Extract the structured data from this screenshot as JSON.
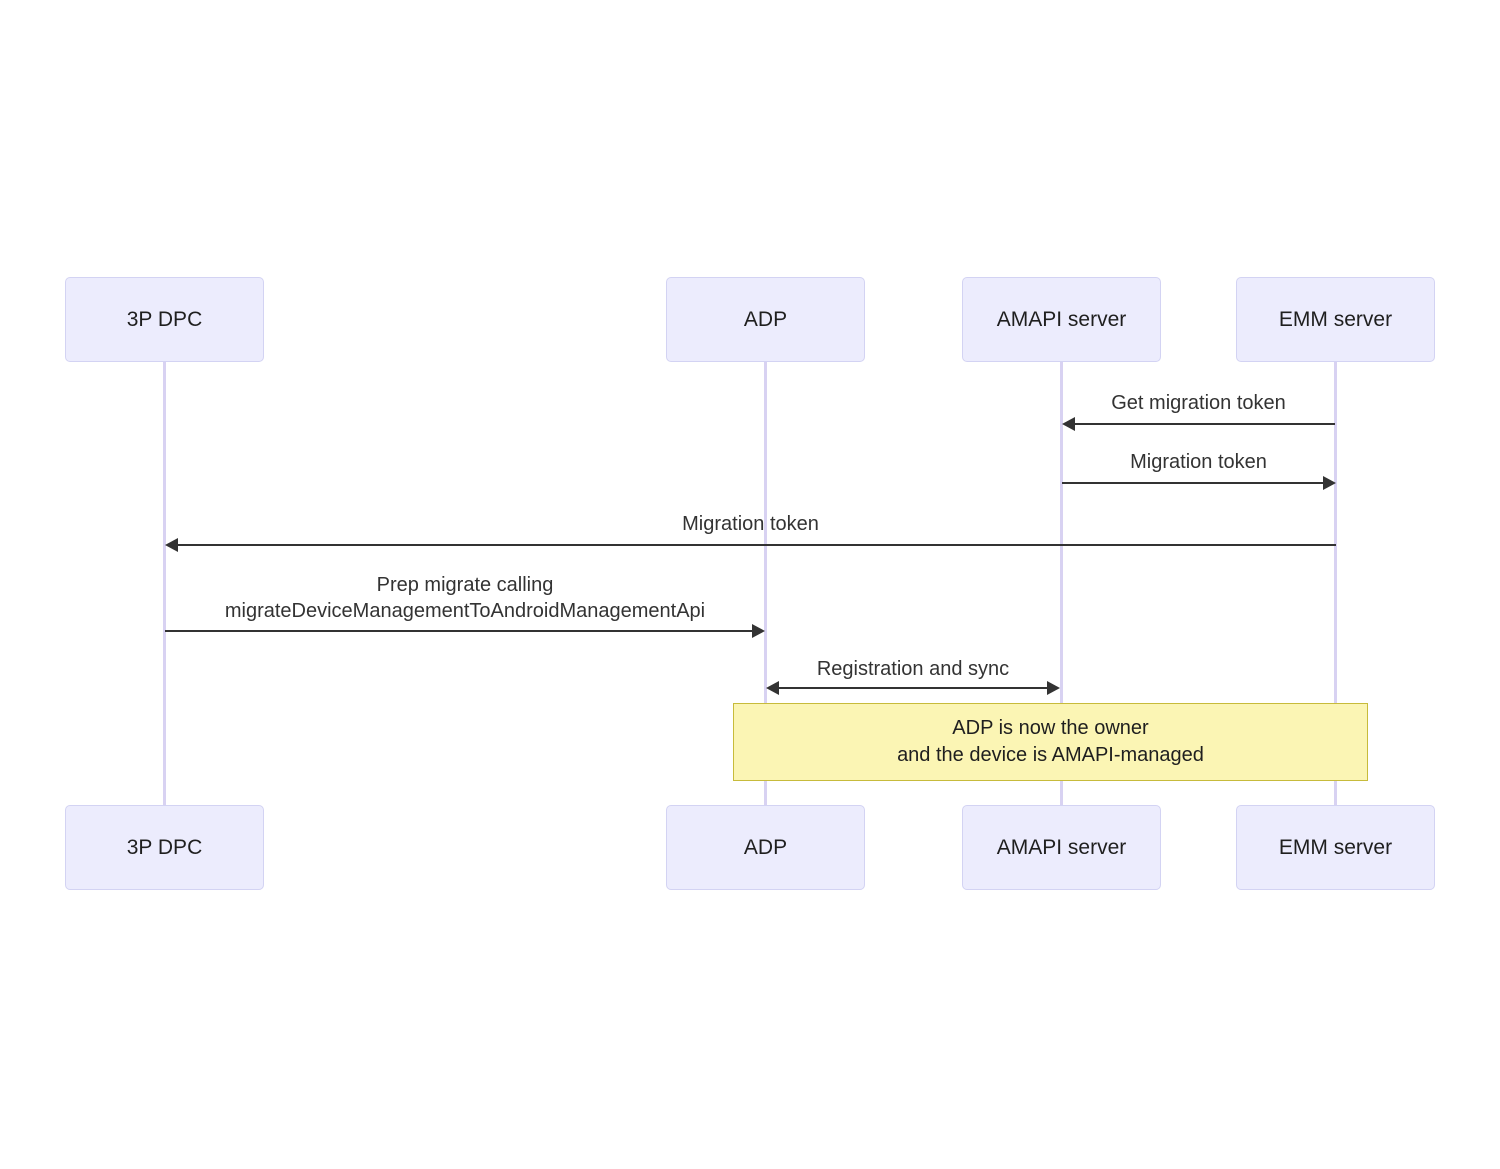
{
  "diagram": {
    "type": "sequence-diagram",
    "title": "",
    "background_color": "#ffffff",
    "participant_fill": "#ececfd",
    "participant_border": "#d3d3f3",
    "lifeline_color": "#d8d2f2",
    "arrow_color": "#333333",
    "note_fill": "#fbf5b4",
    "note_border": "#c7bb3b"
  },
  "participants": [
    {
      "id": "dpc",
      "label": "3P DPC"
    },
    {
      "id": "adp",
      "label": "ADP"
    },
    {
      "id": "amapi",
      "label": "AMAPI server"
    },
    {
      "id": "emm",
      "label": "EMM server"
    }
  ],
  "participants_bottom": [
    {
      "id": "dpc",
      "label": "3P DPC"
    },
    {
      "id": "adp",
      "label": "ADP"
    },
    {
      "id": "amapi",
      "label": "AMAPI server"
    },
    {
      "id": "emm",
      "label": "EMM server"
    }
  ],
  "messages": [
    {
      "id": "m1",
      "label": "Get migration token",
      "from": "emm",
      "to": "amapi",
      "direction": "left"
    },
    {
      "id": "m2",
      "label": "Migration token",
      "from": "amapi",
      "to": "emm",
      "direction": "right"
    },
    {
      "id": "m3",
      "label": "Migration token",
      "from": "emm",
      "to": "dpc",
      "direction": "left"
    },
    {
      "id": "m4",
      "label": "Prep migrate calling\nmigrateDeviceManagementToAndroidManagementApi",
      "from": "dpc",
      "to": "adp",
      "direction": "right"
    },
    {
      "id": "m5",
      "label": "Registration and sync",
      "from": "adp",
      "to": "amapi",
      "direction": "both"
    }
  ],
  "notes": [
    {
      "id": "n1",
      "text": "ADP is now the owner\nand the device is AMAPI-managed"
    }
  ]
}
